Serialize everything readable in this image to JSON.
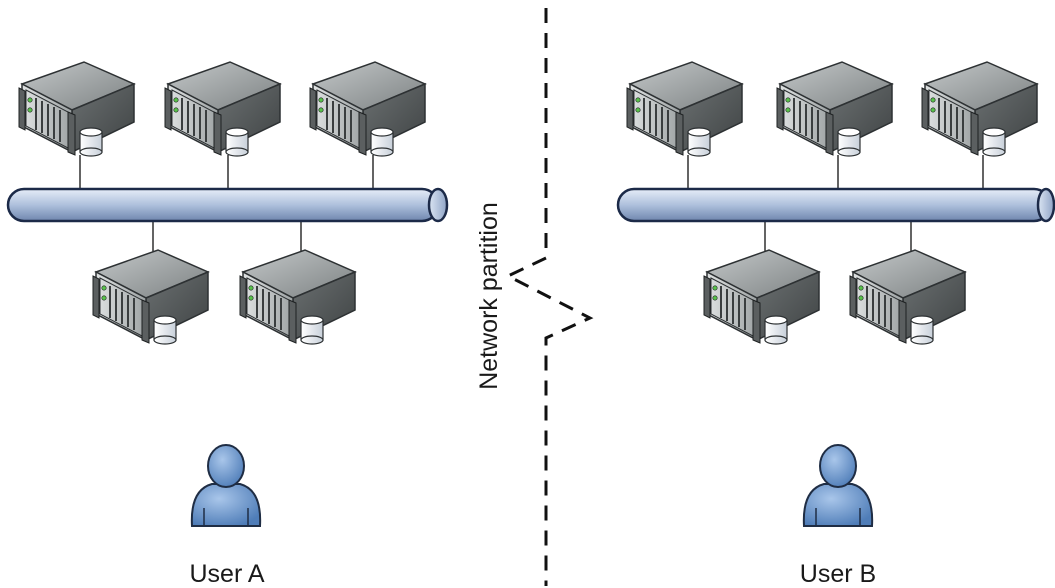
{
  "labels": {
    "partition": "Network partition",
    "user_a": "User A",
    "user_b": "User B"
  },
  "colors": {
    "bus_fill": "#aec0dc",
    "bus_stroke": "#1c2a48",
    "server_body": "#8c9091",
    "server_front": "#c9cdce",
    "person": "#6a93c6",
    "partition_line": "#111111"
  },
  "icons": {
    "server": "server-icon",
    "user": "user-icon",
    "bus": "network-bus-icon"
  }
}
